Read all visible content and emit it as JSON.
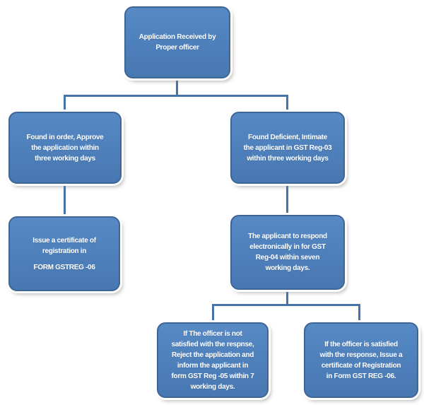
{
  "diagram": {
    "type": "flowchart",
    "background": "#ffffff",
    "colors": {
      "node_fill": "#4f81bd",
      "node_border": "#3e6695",
      "node_frame": "#ffffff",
      "connector": "#4474aa",
      "text": "#ffffff"
    },
    "nodes": [
      {
        "id": "application-received",
        "text": "Application Received by\nProper officer"
      },
      {
        "id": "found-in-order",
        "text": "Found in order, Approve\nthe application within\nthree working days"
      },
      {
        "id": "found-deficient",
        "text": "Found Deficient, Intimate\nthe applicant in GST Reg-03\nwithin three working days"
      },
      {
        "id": "issue-certificate",
        "text": "Issue a certificate of\nregistration in",
        "text2": "FORM GSTREG -06"
      },
      {
        "id": "applicant-respond",
        "text": "The applicant to respond\nelectronically in for GST\nReg-04 within seven\nworking days."
      },
      {
        "id": "officer-not-satisfied",
        "text": "If The officer is not\nsatisfied with the respnse,\nReject the application and\ninform the applicant in\nform GST Reg  -05  within 7\nworking days."
      },
      {
        "id": "officer-satisfied",
        "text": "If the officer is satisfied\nwith the response, Issue a\ncertificate of Registration\nin Form GST REG  -06."
      }
    ],
    "edges": [
      {
        "from": "application-received",
        "to": "found-in-order"
      },
      {
        "from": "application-received",
        "to": "found-deficient"
      },
      {
        "from": "found-in-order",
        "to": "issue-certificate"
      },
      {
        "from": "found-deficient",
        "to": "applicant-respond"
      },
      {
        "from": "applicant-respond",
        "to": "officer-not-satisfied"
      },
      {
        "from": "applicant-respond",
        "to": "officer-satisfied"
      }
    ]
  }
}
